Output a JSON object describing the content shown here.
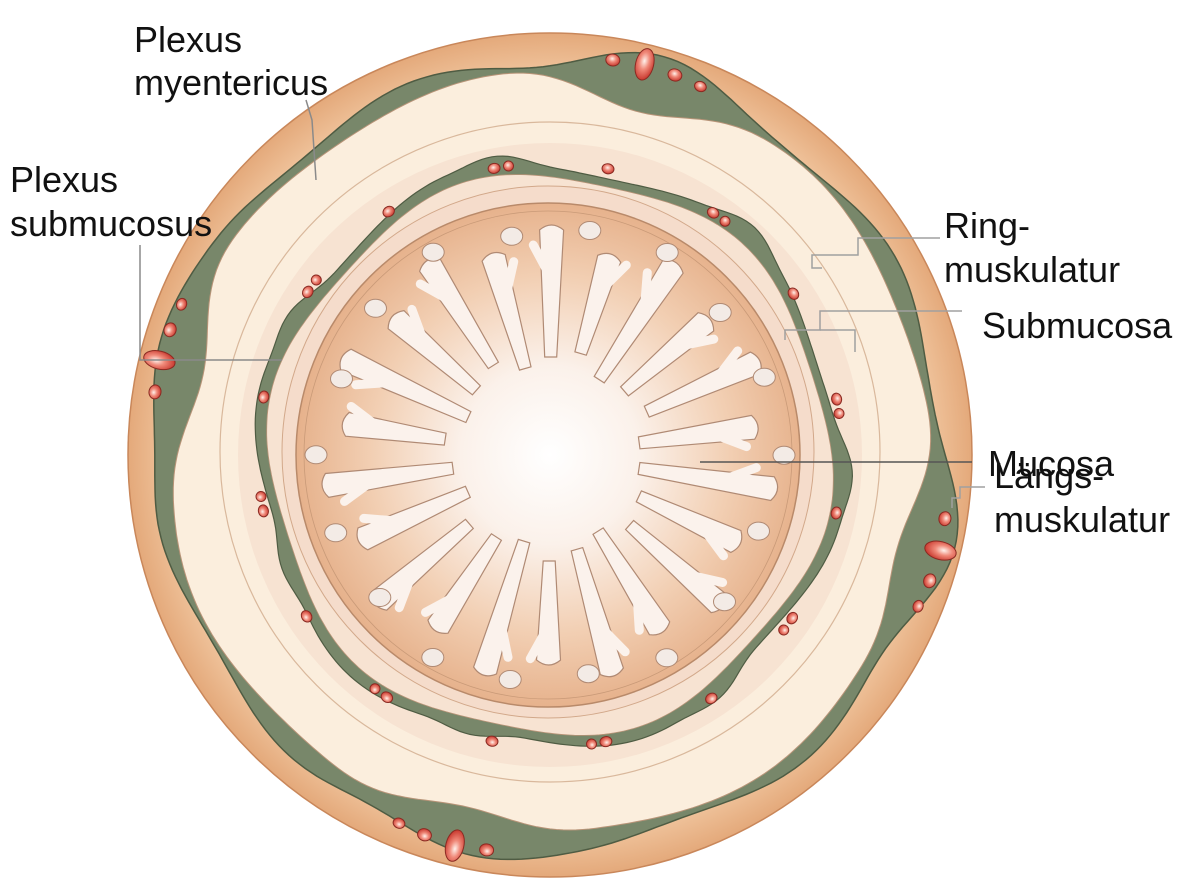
{
  "colors": {
    "outer_muscle": "#e8b487",
    "ring_muscle": "#fbeedd",
    "submucosa": "#f6dcc8",
    "mucosa_edge": "#eab895",
    "lumen_center": "#ffffff",
    "plexus": "#78876a",
    "plexus_outline": "#4f5c43",
    "ganglion": "#d8483c",
    "ganglion_highlight": "#fde2d8",
    "gland": "#f3ebe6",
    "leader_gray": "#a0a0a0",
    "leader_dark": "#555555",
    "label_text": "#111111"
  },
  "labels": {
    "plexus_myentericus": {
      "line1": "Plexus",
      "line2": "myentericus"
    },
    "plexus_submucosus": {
      "line1": "Plexus",
      "line2": "submucosus"
    },
    "ring_muskulatur": {
      "line1": "Ring-",
      "line2": "muskulatur"
    },
    "submucosa": {
      "line1": "Submucosa"
    },
    "laengs_muskulatur": {
      "line1": "Längs-",
      "line2": "muskulatur"
    },
    "mucosa": {
      "line1": "Mucosa"
    }
  }
}
